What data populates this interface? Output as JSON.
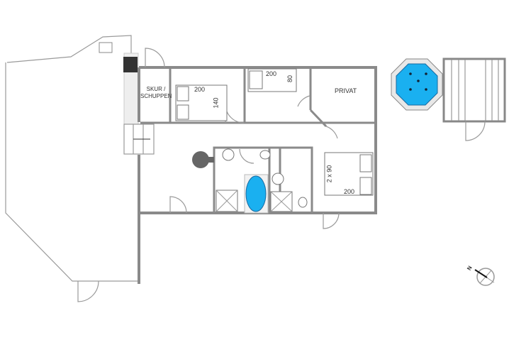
{
  "rooms": {
    "shed": "SKUR /\nSCHUPPEN",
    "shed_line1": "SKUR /",
    "shed_line2": "SCHUPPEN",
    "private": "PRIVAT"
  },
  "beds": {
    "bed1_length": "200",
    "bed1_width": "140",
    "bed2_length": "200",
    "bed2_width": "80",
    "bed3_width": "2 x 90",
    "bed3_length": "200"
  },
  "compass": {
    "label": "N"
  },
  "colors": {
    "water": "#1ab0f0",
    "wall": "#8a8a8a",
    "stove": "#333333"
  }
}
